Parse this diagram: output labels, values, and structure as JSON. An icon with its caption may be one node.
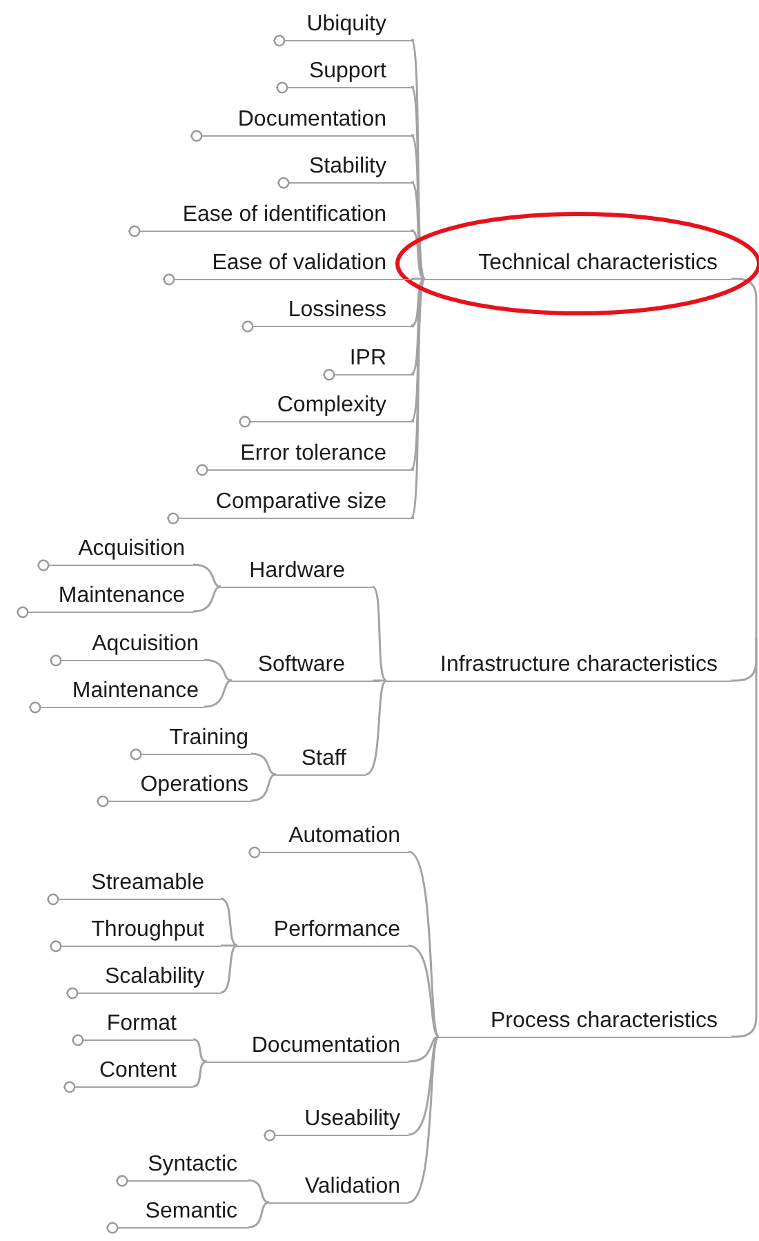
{
  "diagram": {
    "nodes": [
      {
        "text": [
          "Technical characteristics"
        ]
      },
      {
        "text": [
          "Ubiquity"
        ]
      },
      {
        "text": [
          "Support"
        ]
      },
      {
        "text": [
          "Documentation"
        ]
      },
      {
        "text": [
          "Stability"
        ]
      },
      {
        "text": [
          "Ease of identification"
        ]
      },
      {
        "text": [
          "Ease of validation"
        ]
      },
      {
        "text": [
          "Lossiness"
        ]
      },
      {
        "text": [
          "IPR"
        ]
      },
      {
        "text": [
          "Complexity"
        ]
      },
      {
        "text": [
          "Error tolerance"
        ]
      },
      {
        "text": [
          "Comparative size"
        ]
      },
      {
        "text": [
          "Infrastructure characteristics"
        ]
      },
      {
        "text": [
          "Hardware"
        ]
      },
      {
        "text": [
          "Acquisition"
        ]
      },
      {
        "text": [
          "Maintenance"
        ]
      },
      {
        "text": [
          "Software"
        ]
      },
      {
        "text": [
          "Aqcuisition"
        ]
      },
      {
        "text": [
          "Maintenance"
        ]
      },
      {
        "text": [
          "Staff"
        ]
      },
      {
        "text": [
          "Training"
        ]
      },
      {
        "text": [
          "Operations"
        ]
      },
      {
        "text": [
          "Process characteristics"
        ]
      },
      {
        "text": [
          "Automation"
        ]
      },
      {
        "text": [
          "Performance"
        ]
      },
      {
        "text": [
          "Streamable"
        ]
      },
      {
        "text": [
          "Throughput"
        ]
      },
      {
        "text": [
          "Scalability"
        ]
      },
      {
        "text": [
          "Documentation"
        ]
      },
      {
        "text": [
          "Format"
        ]
      },
      {
        "text": [
          "Content"
        ]
      },
      {
        "text": [
          "Useability"
        ]
      },
      {
        "text": [
          "Validation"
        ]
      },
      {
        "text": [
          "Syntactic"
        ]
      },
      {
        "text": [
          "Semantic"
        ]
      }
    ],
    "edges": [
      {
        "from": null,
        "to": 0,
        "arrow": "none"
      },
      {
        "from": null,
        "to": 12,
        "arrow": "none"
      },
      {
        "from": null,
        "to": 22,
        "arrow": "none"
      },
      {
        "from": 0,
        "to": 1,
        "arrow": "none"
      },
      {
        "from": 0,
        "to": 2,
        "arrow": "none"
      },
      {
        "from": 0,
        "to": 3,
        "arrow": "none"
      },
      {
        "from": 0,
        "to": 4,
        "arrow": "none"
      },
      {
        "from": 0,
        "to": 5,
        "arrow": "none"
      },
      {
        "from": 0,
        "to": 6,
        "arrow": "none"
      },
      {
        "from": 0,
        "to": 7,
        "arrow": "none"
      },
      {
        "from": 0,
        "to": 8,
        "arrow": "none"
      },
      {
        "from": 0,
        "to": 9,
        "arrow": "none"
      },
      {
        "from": 0,
        "to": 10,
        "arrow": "none"
      },
      {
        "from": 0,
        "to": 11,
        "arrow": "none"
      },
      {
        "from": 12,
        "to": 13,
        "arrow": "none"
      },
      {
        "from": 13,
        "to": 14,
        "arrow": "none"
      },
      {
        "from": 13,
        "to": 15,
        "arrow": "none"
      },
      {
        "from": 12,
        "to": 16,
        "arrow": "none"
      },
      {
        "from": 16,
        "to": 17,
        "arrow": "none"
      },
      {
        "from": 16,
        "to": 18,
        "arrow": "none"
      },
      {
        "from": 12,
        "to": 19,
        "arrow": "none"
      },
      {
        "from": 19,
        "to": 20,
        "arrow": "none"
      },
      {
        "from": 19,
        "to": 21,
        "arrow": "none"
      },
      {
        "from": 22,
        "to": 23,
        "arrow": "none"
      },
      {
        "from": 22,
        "to": 24,
        "arrow": "none"
      },
      {
        "from": 24,
        "to": 25,
        "arrow": "none"
      },
      {
        "from": 24,
        "to": 26,
        "arrow": "none"
      },
      {
        "from": 24,
        "to": 27,
        "arrow": "none"
      },
      {
        "from": 22,
        "to": 28,
        "arrow": "none"
      },
      {
        "from": 28,
        "to": 29,
        "arrow": "none"
      },
      {
        "from": 28,
        "to": 30,
        "arrow": "none"
      },
      {
        "from": 22,
        "to": 31,
        "arrow": "none"
      },
      {
        "from": 22,
        "to": 32,
        "arrow": "none"
      },
      {
        "from": 32,
        "to": 33,
        "arrow": "none"
      },
      {
        "from": 32,
        "to": 34,
        "arrow": "none"
      }
    ]
  }
}
